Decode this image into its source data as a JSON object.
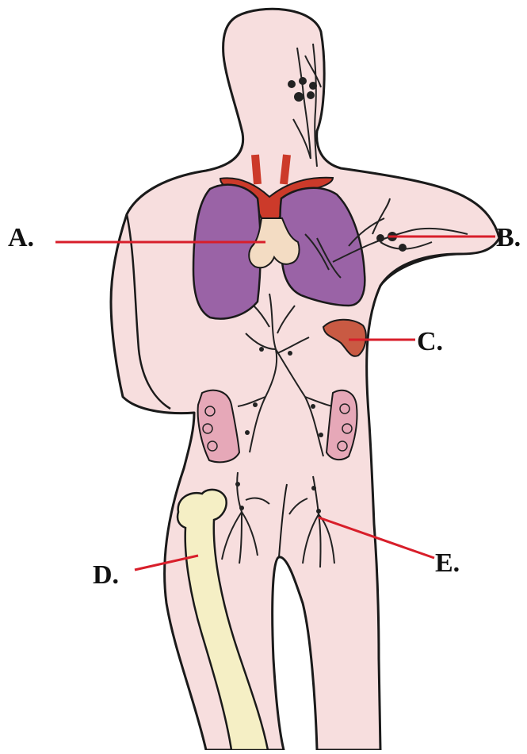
{
  "labels": {
    "a": "A.",
    "b": "B.",
    "c": "C.",
    "d": "D.",
    "e": "E."
  },
  "colors": {
    "skin": "#f7dede",
    "outline": "#1a1a1a",
    "leader_line": "#d81e2a",
    "lung": "#9a63a6",
    "thymus": "#f3dcc3",
    "vessel_red": "#cc3a2a",
    "spleen": "#c95a43",
    "bone": "#f5efc5",
    "kidney": "#e6a8b8",
    "lymph_vessel": "#222222"
  }
}
